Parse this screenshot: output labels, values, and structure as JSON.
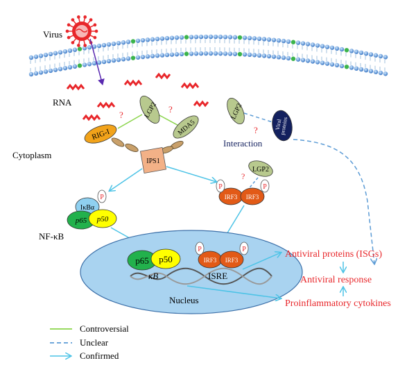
{
  "labels": {
    "virus": "Virus",
    "rna": "RNA",
    "cytoplasm": "Cytoplasm",
    "nfkb": "NF-κB",
    "nucleus": "Nucleus",
    "interaction": "Interaction",
    "kb": "κB",
    "isre": "ISRE"
  },
  "proteins": {
    "rig1": "RIG-I",
    "lgp2": "LGP2",
    "mda5": "MDA5",
    "ips1": "IPS1",
    "lgp2_interaction": "LGP2",
    "viral_proteins_line1": "Viral",
    "viral_proteins_line2": "proteins",
    "lgp2_irf": "LGP2",
    "irf3": "IRF3",
    "p": "P",
    "ikba": "IκBα",
    "p65": "p65",
    "p50": "p50"
  },
  "question_mark": "?",
  "outputs": {
    "antiviral_proteins": "Antiviral proteins (ISGs)",
    "antiviral_response": "Antiviral response",
    "proinflammatory": "Proinflammatory cytokines"
  },
  "legend": [
    {
      "label": "Controversial",
      "style": "solid",
      "color": "#8ad44a"
    },
    {
      "label": "Unclear",
      "style": "dashed",
      "color": "#5b9bd5"
    },
    {
      "label": "Confirmed",
      "style": "arrow",
      "color": "#4cc3e6"
    }
  ],
  "colors": {
    "output_text": "#e8262a",
    "membrane": "#5aa0e0",
    "nucleus_fill": "#a9d3f0",
    "irf3": "#e25a17",
    "ips1": "#f3b187",
    "lgp2": "#b8c98e",
    "viral": "#13205e",
    "p65": "#22b14c",
    "p50": "#ffff00",
    "ikba": "#8fd0f0"
  }
}
